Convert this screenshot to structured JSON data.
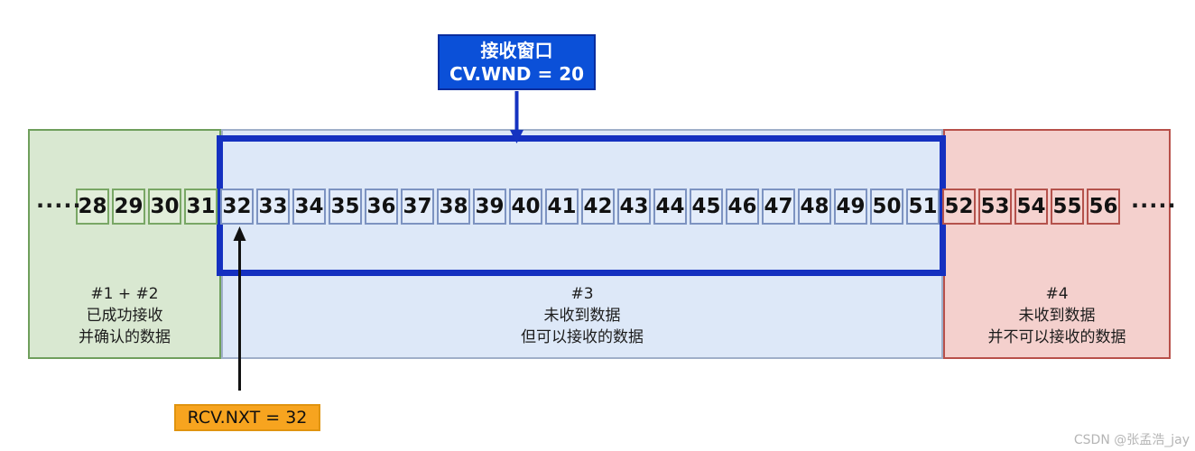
{
  "title_box": {
    "line1": "接收窗口",
    "line2": "CV.WND = 20"
  },
  "pointer_box": {
    "label": "RCV.NXT = 32"
  },
  "ellipsis": {
    "left": "·····",
    "right": "·····"
  },
  "sequence": {
    "groups": [
      {
        "name": "received",
        "color": "green",
        "values": [
          28,
          29,
          30,
          31
        ]
      },
      {
        "name": "receive-window",
        "color": "blue",
        "values": [
          32,
          33,
          34,
          35,
          36,
          37,
          38,
          39,
          40,
          41,
          42,
          43,
          44,
          45,
          46,
          47,
          48,
          49,
          50,
          51
        ]
      },
      {
        "name": "not-receivable",
        "color": "red",
        "values": [
          52,
          53,
          54,
          55,
          56
        ]
      }
    ]
  },
  "regions": {
    "green": {
      "tag": "#1 + #2",
      "line1": "已成功接收",
      "line2": "并确认的数据"
    },
    "blue": {
      "tag": "#3",
      "line1": "未收到数据",
      "line2": "但可以接收的数据"
    },
    "red": {
      "tag": "#4",
      "line1": "未收到数据",
      "line2": "并不可以接收的数据"
    }
  },
  "watermark": "CSDN @张孟浩_jay",
  "colors": {
    "title_box_bg": "#0b50d8",
    "title_box_border": "#0a2d9e",
    "window_border": "#1430c0",
    "green_panel_bg": "#d9e8d1",
    "green_panel_border": "#6f9f5c",
    "blue_panel_bg": "#dde8f8",
    "blue_panel_border": "#9fafc9",
    "red_panel_bg": "#f4d0cd",
    "red_panel_border": "#b8504a",
    "blue_cell_border": "#7d93c1",
    "pointer_box_bg": "#f7a41f",
    "arrow_black": "#111111"
  }
}
